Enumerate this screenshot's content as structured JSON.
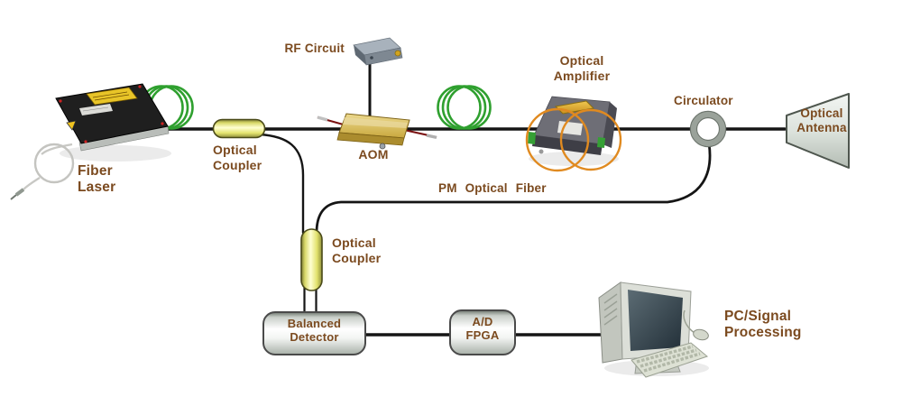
{
  "diagram": {
    "type": "optical-system-block-diagram",
    "labels": {
      "rf_circuit": "RF Circuit",
      "fiber_laser": "Fiber\nLaser",
      "optical_coupler_top": "Optical\nCoupler",
      "aom": "AOM",
      "optical_amplifier": "Optical\nAmplifier",
      "circulator": "Circulator",
      "optical_antenna": "Optical\nAntenna",
      "pm_optical_fiber": "PM Optical Fiber",
      "optical_coupler_mid": "Optical\nCoupler",
      "balanced_detector": "Balanced\nDetector",
      "ad_fpga": "A/D\nFPGA",
      "pc_signal_processing": "PC/Signal\nProcessing"
    },
    "colors": {
      "label_text": "#7B4A1F",
      "fiber_line": "#151515",
      "fiber_coil_green": "#2FA02F",
      "amplifier_fiber_orange": "#E08A20",
      "coupler_yellow": "#ECEC7E",
      "aom_gold": "#D9BC5E",
      "circulator_gray": "#9AA29A",
      "background": "#FFFFFF"
    }
  }
}
